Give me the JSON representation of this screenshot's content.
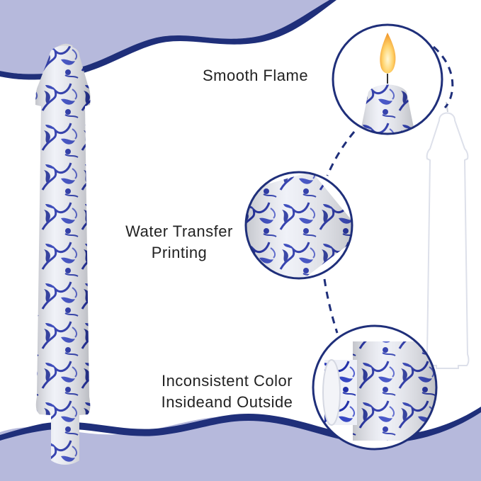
{
  "colors": {
    "background": "#ffffff",
    "accent_blue": "#1f2f7a",
    "lavender_wave": "#b6b9dc",
    "porcelain_blue": "#2230a8",
    "candle_white": "#eef0f7"
  },
  "features": {
    "flame": {
      "label": "Smooth Flame"
    },
    "printing": {
      "line1": "Water Transfer",
      "line2": "Printing"
    },
    "color": {
      "line1": "Inconsistent Color",
      "line2": "Insideand Outside"
    }
  }
}
